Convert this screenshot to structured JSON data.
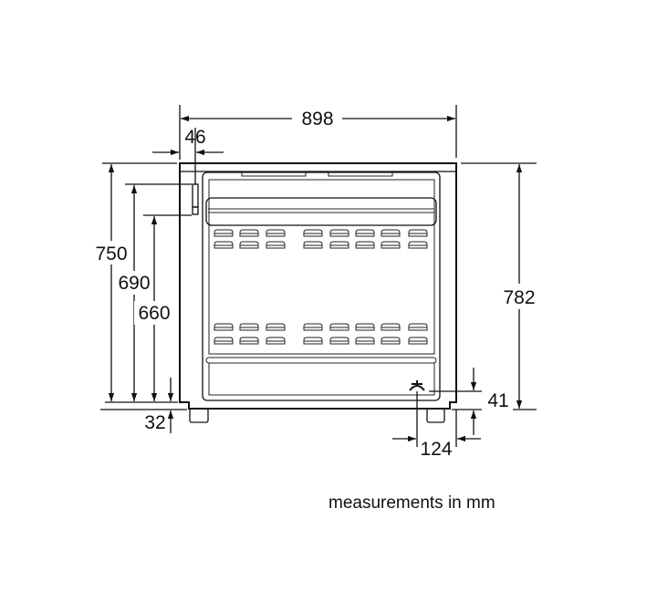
{
  "dimensions": {
    "width_total": "898",
    "handle_offset": "46",
    "height_750": "750",
    "height_690": "690",
    "height_660": "660",
    "foot_height": "32",
    "height_total": "782",
    "burner_height": "41",
    "foot_offset": "124"
  },
  "caption": "measurements in mm"
}
